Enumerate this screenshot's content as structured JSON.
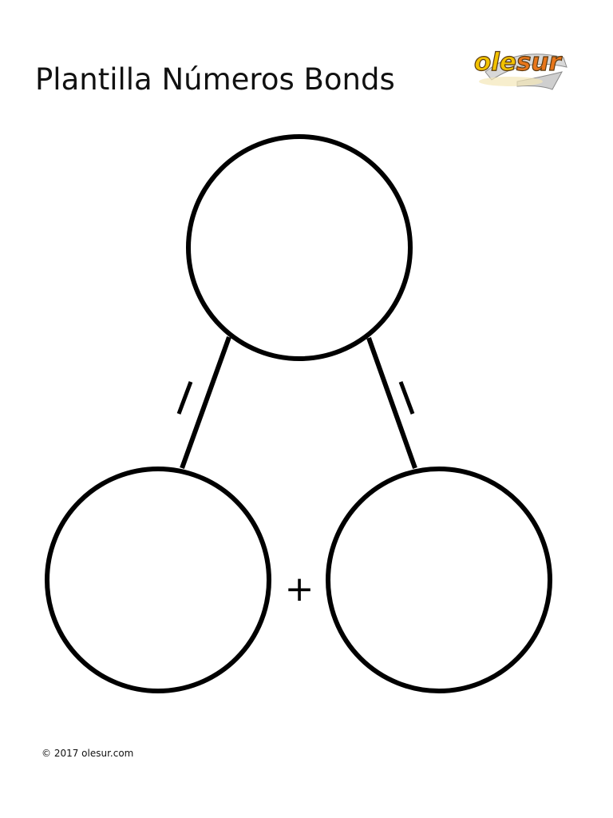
{
  "page": {
    "title": "Plantilla Números Bonds",
    "footer": "© 2017 olesur.com"
  },
  "logo": {
    "text_part1": "ole",
    "text_part2": "sur",
    "color_part1": "#f2c200",
    "color_part2": "#e8761b",
    "outline_color": "#5a3a12"
  },
  "diagram": {
    "operator": "+",
    "stroke_color": "#000000",
    "circles": [
      "whole",
      "part-left",
      "part-right"
    ]
  }
}
